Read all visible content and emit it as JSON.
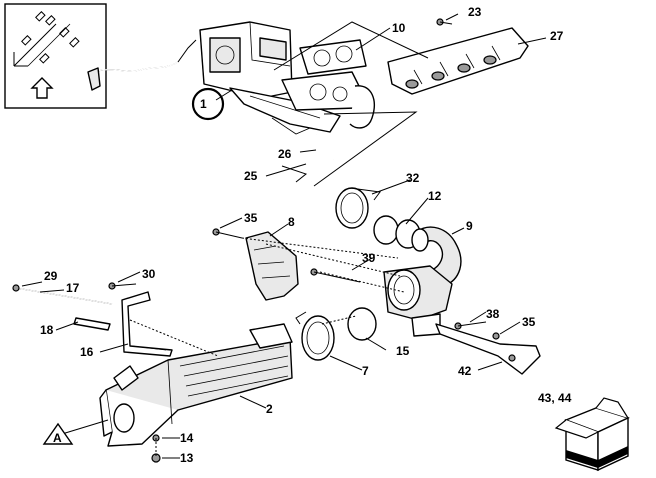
{
  "callouts": [
    "1",
    "2",
    "7",
    "8",
    "9",
    "10",
    "12",
    "13",
    "14",
    "15",
    "16",
    "17",
    "18",
    "23",
    "25",
    "26",
    "27",
    "29",
    "30",
    "32",
    "35",
    "35",
    "38",
    "39",
    "42",
    "43, 44"
  ],
  "reference_marker": "A",
  "icons": {
    "orientation": "front-arrow-orientation-icon",
    "parts_box": "parts-box-icon"
  }
}
